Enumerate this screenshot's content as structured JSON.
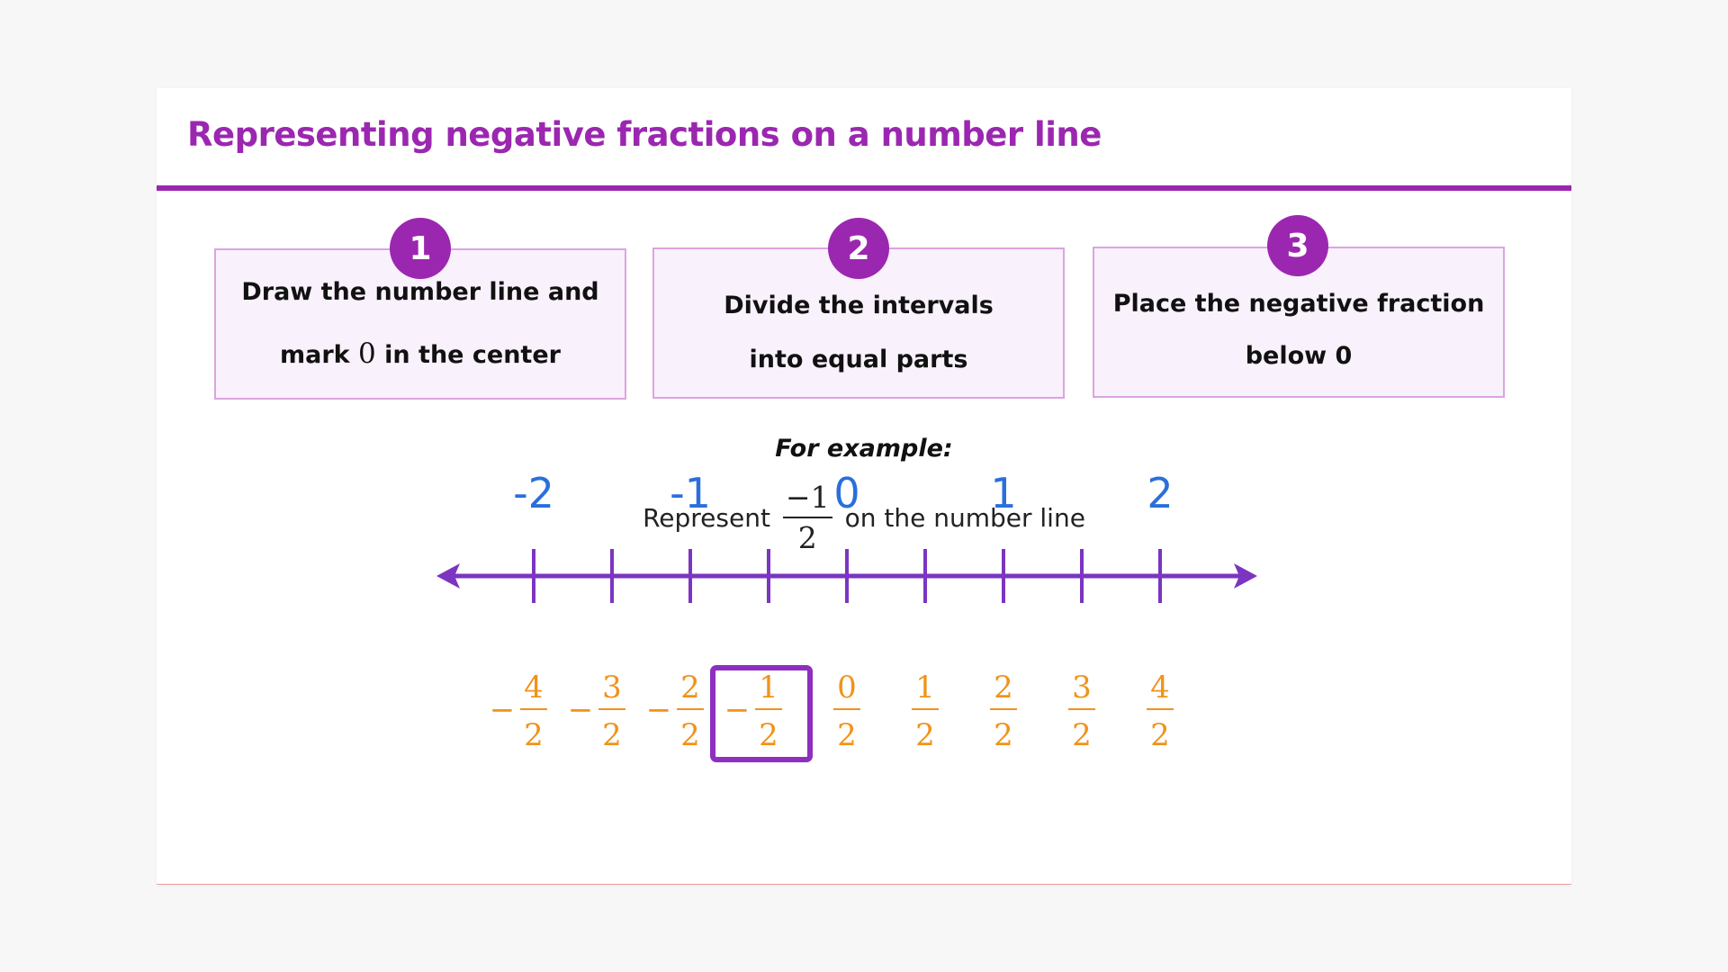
{
  "title": "Representing negative fractions on a number line",
  "steps": [
    {
      "number": "1",
      "line1": "Draw the number line and",
      "line2_pre": "mark ",
      "line2_math": "0",
      "line2_post": " in the center"
    },
    {
      "number": "2",
      "line1": "Divide the intervals",
      "line2": "into equal parts"
    },
    {
      "number": "3",
      "line1": "Place the negative fraction",
      "line2": "below 0"
    }
  ],
  "example": {
    "label": "For example:",
    "prefix": "Represent",
    "fraction_numerator": "−1",
    "fraction_denominator": "2",
    "suffix": "on the number line"
  },
  "colors": {
    "accent": "#9b27b0",
    "axis": "#7b35c1",
    "integer_labels": "#2a6fdb",
    "fraction_labels": "#f0931a",
    "highlight": "#8e2fc0"
  },
  "chart_data": {
    "type": "number-line",
    "range": [
      -2,
      2
    ],
    "step": 0.5,
    "integer_labels": [
      {
        "value": -2,
        "label": "-2"
      },
      {
        "value": -1,
        "label": "-1"
      },
      {
        "value": 0,
        "label": "0"
      },
      {
        "value": 1,
        "label": "1"
      },
      {
        "value": 2,
        "label": "2"
      }
    ],
    "fraction_labels": [
      {
        "value": -2,
        "sign": "−",
        "numerator": "4",
        "denominator": "2"
      },
      {
        "value": -1.5,
        "sign": "−",
        "numerator": "3",
        "denominator": "2"
      },
      {
        "value": -1,
        "sign": "−",
        "numerator": "2",
        "denominator": "2"
      },
      {
        "value": -0.5,
        "sign": "−",
        "numerator": "1",
        "denominator": "2"
      },
      {
        "value": 0,
        "sign": "",
        "numerator": "0",
        "denominator": "2"
      },
      {
        "value": 0.5,
        "sign": "",
        "numerator": "1",
        "denominator": "2"
      },
      {
        "value": 1,
        "sign": "",
        "numerator": "2",
        "denominator": "2"
      },
      {
        "value": 1.5,
        "sign": "",
        "numerator": "3",
        "denominator": "2"
      },
      {
        "value": 2,
        "sign": "",
        "numerator": "4",
        "denominator": "2"
      }
    ],
    "highlighted_value": -0.5
  }
}
